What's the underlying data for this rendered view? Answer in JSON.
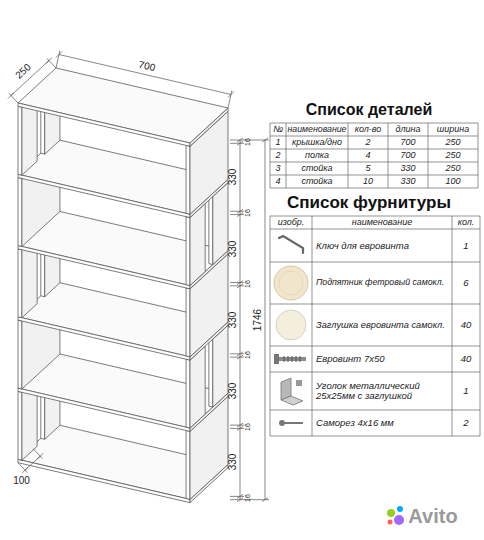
{
  "diagram": {
    "title": "Список деталей",
    "labels": [
      "250",
      "700",
      "330",
      "330",
      "330",
      "330",
      "330",
      "16",
      "16",
      "16",
      "16",
      "16",
      "16",
      "1746",
      "100",
      "Список фурнитуры",
      "№",
      "наименование",
      "кол-во",
      "длина",
      "ширина",
      "1",
      "крышка/дно",
      "2",
      "700",
      "250",
      "2",
      "полка",
      "4",
      "700",
      "250",
      "3",
      "стойка",
      "5",
      "330",
      "250",
      "4",
      "стойка",
      "10",
      "330",
      "100",
      "изобр.",
      "наименование",
      "кол.",
      "Ключ для евровинта",
      "1",
      "Подпятник фетровый самокл.",
      "6",
      "Заглушка евровинта самокл.",
      "40",
      "Евровинт 7x50",
      "40",
      "Уголок металлический 25x25мм с заглушкой",
      "1",
      "Саморез 4x16 мм",
      "2",
      "Avito"
    ]
  }
}
